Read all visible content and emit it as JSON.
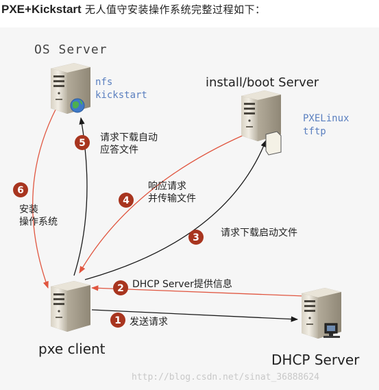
{
  "heading": {
    "bold": "PXE+Kickstart",
    "rest": " 无人值守安装操作系统完整过程如下："
  },
  "servers": {
    "os": {
      "title": "OS Server",
      "services": [
        "nfs",
        "kickstart"
      ]
    },
    "install": {
      "title": "install/boot Server",
      "services": [
        "PXELinux",
        "tftp"
      ]
    },
    "client": {
      "title": "pxe client"
    },
    "dhcp": {
      "title": "DHCP Server"
    }
  },
  "steps": [
    {
      "num": "1",
      "lines": [
        "发送请求"
      ]
    },
    {
      "num": "2",
      "lines": [
        "DHCP Server提供信息"
      ]
    },
    {
      "num": "3",
      "lines": [
        "请求下载启动文件"
      ]
    },
    {
      "num": "4",
      "lines": [
        "响应请求",
        "并传输文件"
      ]
    },
    {
      "num": "5",
      "lines": [
        "请求下载自动",
        "应答文件"
      ]
    },
    {
      "num": "6",
      "lines": [
        "安装",
        "操作系统"
      ]
    }
  ],
  "watermark": "http://blog.csdn.net/sinat_36888624",
  "colors": {
    "badge": "#a8351f",
    "red_arrow": "#e0553f",
    "black_arrow": "#1a1a1a",
    "service_text": "#5a7fbf",
    "panel": "#f6f6f6"
  }
}
